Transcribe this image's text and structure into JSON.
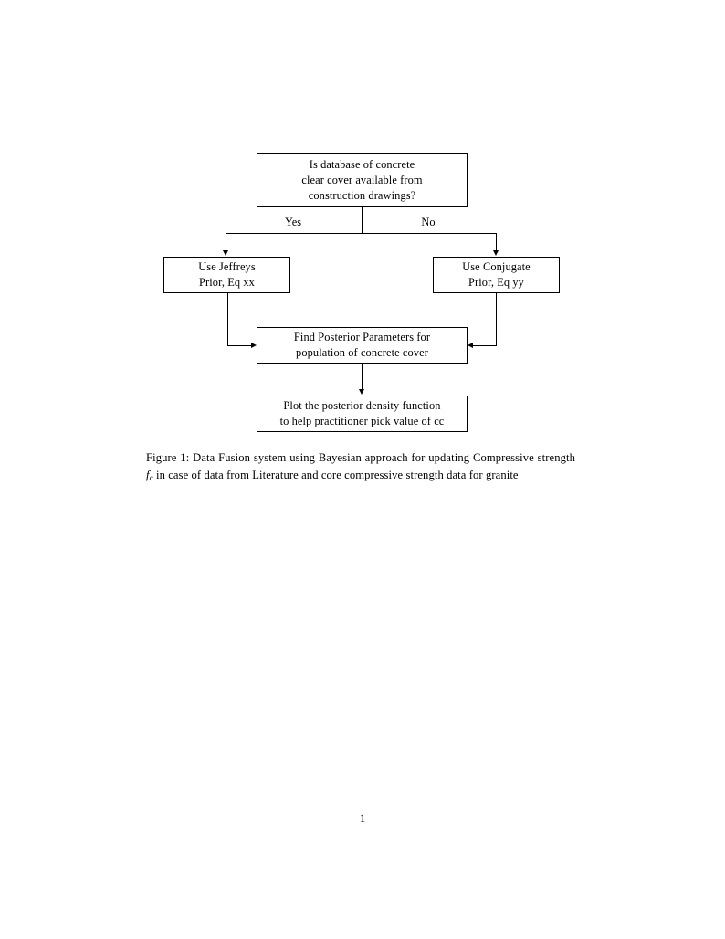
{
  "document": {
    "page_number": "1",
    "background_color": "#ffffff",
    "ink_color": "#000000"
  },
  "figure": {
    "nodes": {
      "question": {
        "lines": [
          "Is database of concrete",
          "clear cover available from",
          "construction drawings?"
        ]
      },
      "jeffreys": {
        "lines": [
          "Use Jeffreys",
          "Prior, Eq xx"
        ]
      },
      "conjugate": {
        "lines": [
          "Use Conjugate",
          "Prior, Eq yy"
        ]
      },
      "posterior": {
        "lines": [
          "Find Posterior Parameters for",
          "population of concrete cover"
        ]
      },
      "plot": {
        "lines": [
          "Plot the posterior density function",
          "to help practitioner pick value of cc"
        ]
      }
    },
    "edge_labels": {
      "yes": "Yes",
      "no": "No"
    }
  },
  "caption": {
    "label": "Figure 1:",
    "text_part_1": "Data Fusion system using Bayesian approach for updating Compressive strength",
    "math_symbol": "f",
    "math_subscript": "c",
    "text_part_2": "in case of data from Literature and core compressive strength data for granite"
  }
}
